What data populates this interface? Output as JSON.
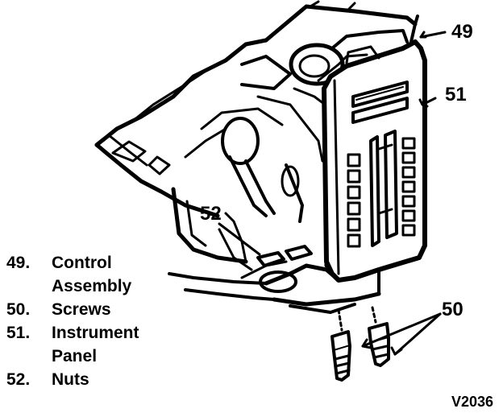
{
  "callouts": {
    "c49": "49",
    "c51": "51",
    "c52": "52",
    "c50": "50"
  },
  "legend": [
    {
      "num": "49.",
      "text": "Control Assembly"
    },
    {
      "num": "50.",
      "text": "Screws"
    },
    {
      "num": "51.",
      "text": "Instrument Panel"
    },
    {
      "num": "52.",
      "text": "Nuts"
    }
  ],
  "figure_code": "V2036",
  "colors": {
    "ink": "#000000",
    "paper": "#ffffff"
  }
}
